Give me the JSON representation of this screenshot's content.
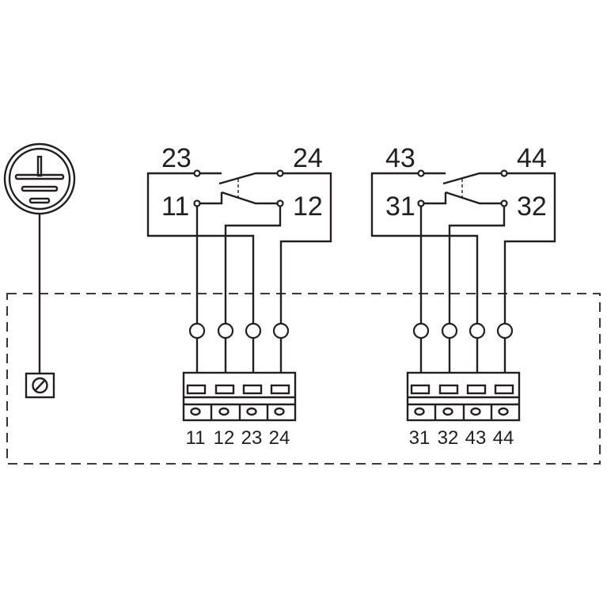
{
  "ground": {
    "symbol": "protective-earth"
  },
  "relays": [
    {
      "top_left": "23",
      "top_right": "24",
      "mid_left": "11",
      "mid_right": "12",
      "terminals": [
        "11",
        "12",
        "23",
        "24"
      ]
    },
    {
      "top_left": "43",
      "top_right": "44",
      "mid_left": "31",
      "mid_right": "32",
      "terminals": [
        "31",
        "32",
        "43",
        "44"
      ]
    }
  ],
  "colors": {
    "line": "#231f20",
    "background": "#ffffff"
  }
}
